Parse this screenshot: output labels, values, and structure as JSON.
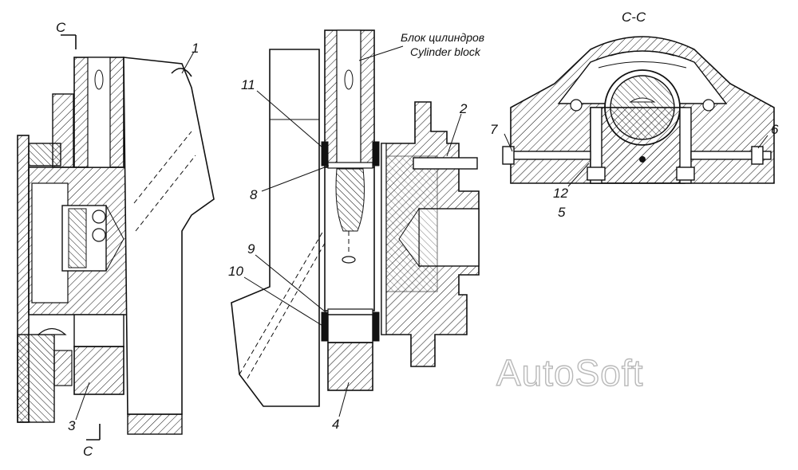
{
  "labels": {
    "section_mark": "C",
    "section_title": "C-C",
    "block_ru": "Блок цилиндров",
    "block_en": "Cylinder block",
    "part_1": "1",
    "part_2": "2",
    "part_3": "3",
    "part_4": "4",
    "part_5": "5",
    "part_6": "6",
    "part_7": "7",
    "part_8": "8",
    "part_9": "9",
    "part_10": "10",
    "part_11": "11",
    "part_12": "12"
  },
  "watermark": "AutoSoft",
  "colors": {
    "line": "#111111",
    "hatch": "#111111",
    "watermark": "#b9b9b9"
  }
}
